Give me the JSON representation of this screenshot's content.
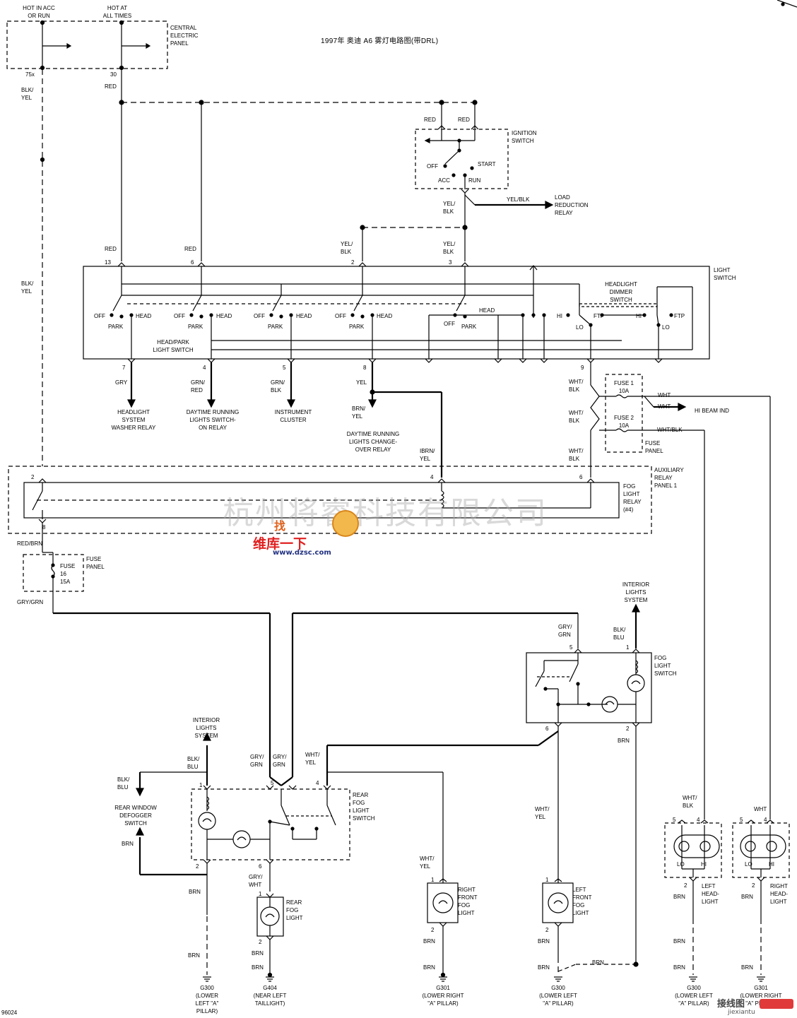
{
  "title": "1997年 奥迪 A6 雾灯电路图(带DRL)",
  "figure_id": "96024",
  "watermarks": {
    "company": "杭州将睿科技有限公司",
    "logo_top": "找",
    "logo_middle": "维库一下",
    "logo_url": "www.dzsc.com",
    "corner": "接线图",
    "corner_url": "jiexiantu"
  },
  "power": {
    "acc_label": "HOT IN ACC\nOR RUN",
    "always_label": "HOT AT\nALL TIMES",
    "panel_label": "CENTRAL\nELECTRIC\nPANEL",
    "pin_75x": "75x",
    "pin_30": "30"
  },
  "wires": {
    "red": "RED",
    "blk_yel": "BLK/\nYEL",
    "yel_blk": "YEL/\nBLK",
    "yel_blk_inline": "YEL/BLK",
    "gry": "GRY",
    "grn_red": "GRN/\nRED",
    "grn_blk": "GRN/\nBLK",
    "yel": "YEL",
    "brn_yel": "BRN/\nYEL",
    "ibrn_yel": "IBRN/\nYEL",
    "wht_blk": "WHT/\nBLK",
    "wht": "WHT",
    "wht_blk_inline": "WHT/BLK",
    "red_brn": "RED/BRN",
    "gry_grn_inline": "GRY/GRN",
    "gry_grn": "GRY/\nGRN",
    "blk_blu": "BLK/\nBLU",
    "wht_yel": "WHT/\nYEL",
    "gry_wht": "GRY/\nWHT",
    "brn": "BRN"
  },
  "ignition": {
    "name": "IGNITION\nSWITCH",
    "off": "OFF",
    "acc": "ACC",
    "run": "RUN",
    "start": "START"
  },
  "load_relay": "LOAD\nREDUCTION\nRELAY",
  "light_switch": {
    "name": "LIGHT\nSWITCH",
    "sub": "HEAD/PARK\nLIGHT SWITCH",
    "off": "OFF",
    "head": "HEAD",
    "park": "PARK",
    "dimmer": "HEADLIGHT\nDIMMER\nSWITCH",
    "hi": "HI",
    "lo": "LO",
    "ftp": "FTP",
    "pins_top": [
      "13",
      "6",
      "2",
      "3"
    ],
    "pins_bottom": [
      "7",
      "4",
      "5",
      "8",
      "9"
    ]
  },
  "destinations": {
    "washer": "HEADLIGHT\nSYSTEM\nWASHER RELAY",
    "drl_switch": "DAYTIME RUNNING\nLIGHTS SWITCH-\nON RELAY",
    "cluster": "INSTRUMENT\nCLUSTER",
    "drl_change": "DAYTIME RUNNING\nLIGHTS CHANGE-\nOVER RELAY",
    "hi_beam": "HI BEAM IND",
    "interior": "INTERIOR\nLIGHTS\nSYSTEM"
  },
  "fuses": {
    "fuse1": "FUSE 1\n10A",
    "fuse2": "FUSE 2\n10A",
    "fuse_panel": "FUSE\nPANEL",
    "fuse16": "FUSE\n16\n15A"
  },
  "aux_relay": {
    "panel": "AUXILIARY\nRELAY\nPANEL 1",
    "relay": "FOG\nLIGHT\nRELAY\n(#4)",
    "pins": [
      "2",
      "4",
      "6",
      "8"
    ]
  },
  "fog_switch": {
    "name": "FOG\nLIGHT\nSWITCH",
    "pins": [
      "5",
      "1",
      "6",
      "2"
    ]
  },
  "rear_switch": {
    "name": "REAR\nFOG\nLIGHT\nSWITCH",
    "defogger": "REAR WINDOW\nDEFOGGER\nSWITCH",
    "pins": [
      "1",
      "5",
      "4",
      "2",
      "6"
    ]
  },
  "lights": {
    "rear_fog": "REAR\nFOG\nLIGHT",
    "right_fog": "RIGHT\nFRONT\nFOG\nLIGHT",
    "left_fog": "LEFT\nFRONT\nFOG\nLIGHT",
    "left_head": "LEFT\nHEAD-\nLIGHT",
    "right_head": "RIGHT\nHEAD-\nLIGHT",
    "lo": "LO",
    "hi": "HI",
    "pin1": "1",
    "pin2": "2",
    "pin4": "4",
    "pin5": "5"
  },
  "grounds": {
    "g300_a": "G300\n(LOWER\nLEFT \"A\"\nPILLAR)",
    "g404": "G404\n(NEAR LEFT\nTAILLIGHT)",
    "g301_a": "G301\n(LOWER RIGHT\n\"A\" PILLAR)",
    "g300_b": "G300\n(LOWER LEFT\n\"A\" PILLAR)",
    "g300_c": "G300\n(LOWER LEFT\n\"A\" PILLAR)",
    "g301_b": "G301\n(LOWER RIGHT\n\"A\" PILLAR)"
  }
}
